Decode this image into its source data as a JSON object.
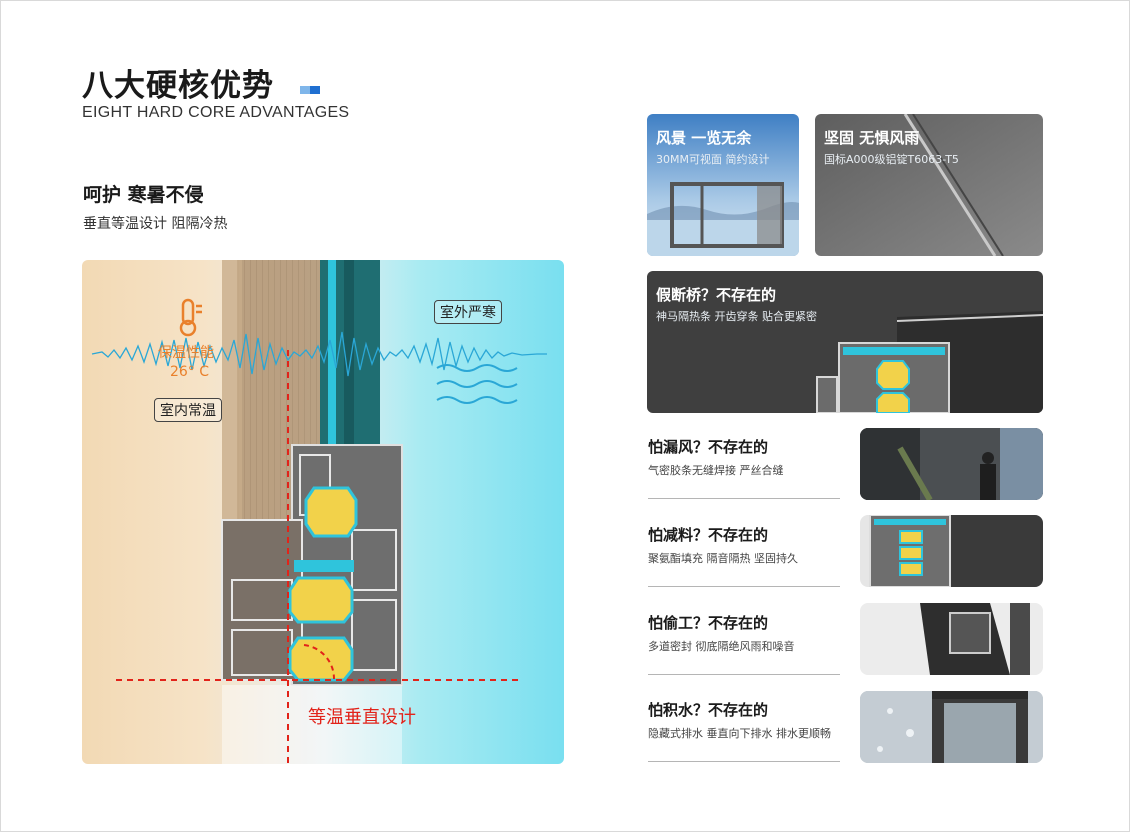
{
  "header": {
    "title": "八大硬核优势",
    "subtitle": "EIGHT HARD CORE ADVANTAGES"
  },
  "feature": {
    "heading": "呵护 寒暑不侵",
    "subheading": "垂直等温设计 阻隔冷热",
    "label_outdoor": "室外严寒",
    "label_insulation": "保温性能",
    "label_temp": "26° C",
    "label_indoor": "室内常温",
    "label_design": "等温垂直设计"
  },
  "cards": {
    "view": {
      "title": "风景 一览无余",
      "sub": "30MM可视面 简约设计"
    },
    "strong": {
      "title": "坚固 无惧风雨",
      "sub": "国标A000级铝锭T6063-T5"
    },
    "bridge": {
      "title": "假断桥？不存在的",
      "sub": "神马隔热条 开齿穿条 贴合更紧密"
    }
  },
  "rows": [
    {
      "title": "怕漏风？不存在的",
      "sub": "气密胶条无缝焊接 严丝合缝"
    },
    {
      "title": "怕减料？不存在的",
      "sub": "聚氨酯填充 隔音隔热 坚固持久"
    },
    {
      "title": "怕偷工？不存在的",
      "sub": "多道密封 彻底隔绝风雨和噪音"
    },
    {
      "title": "怕积水？不存在的",
      "sub": "隐藏式排水 垂直向下排水 排水更顺畅"
    }
  ],
  "colors": {
    "accent_blue": "#1f6fd1",
    "accent_light_blue": "#7fb6ea",
    "red_line": "#e2231a",
    "orange": "#e9802b",
    "teal_insert": "#2fc4dc",
    "foam_yellow": "#f2d24a"
  }
}
